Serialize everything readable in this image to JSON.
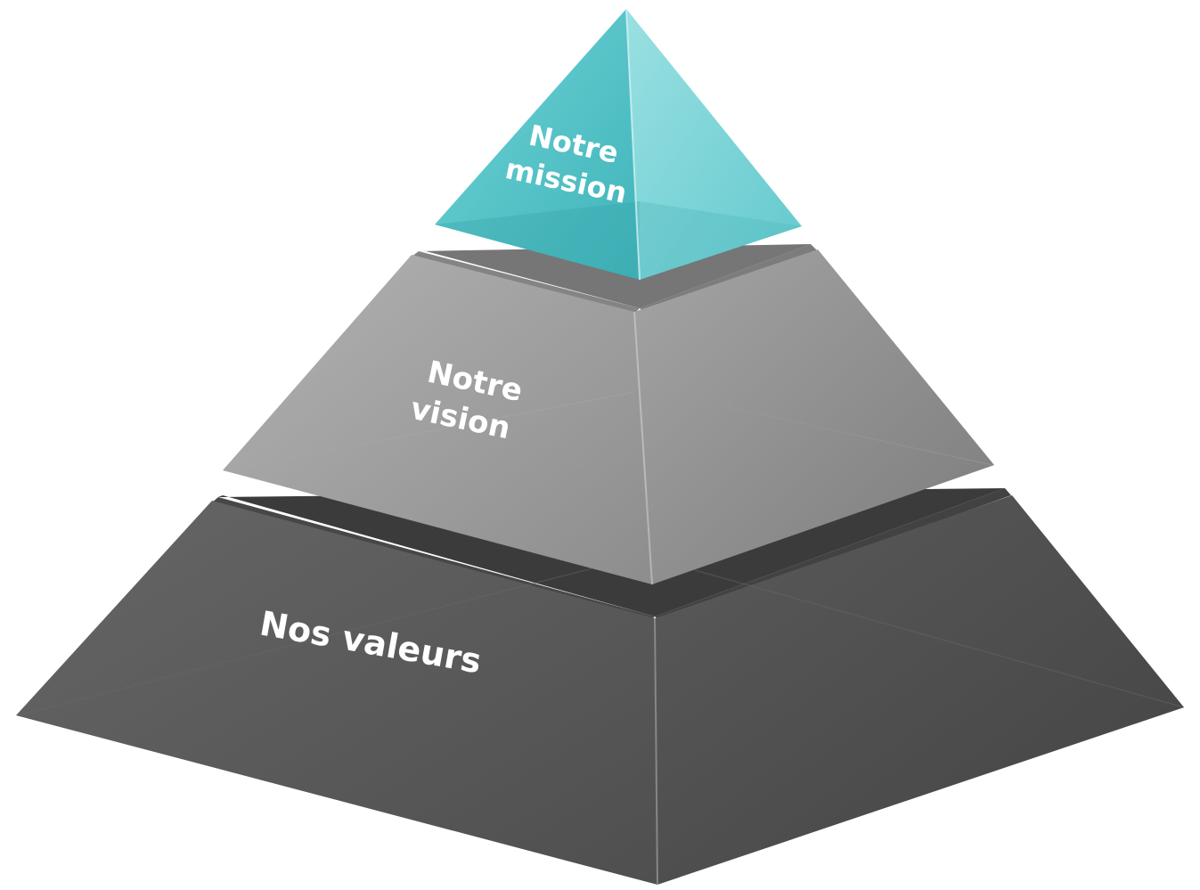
{
  "tiers": [
    {
      "id": "top",
      "lines": [
        "Notre",
        "mission"
      ],
      "colors": {
        "left": "#53c3c8",
        "right": "#7fd6d9",
        "bottom": "#3aa8ae"
      }
    },
    {
      "id": "middle",
      "lines": [
        "Notre",
        "vision"
      ],
      "colors": {
        "left": "#9e9e9e",
        "right": "#8c8c8c",
        "top": "#7a7a7a",
        "bottom": "#8a8a8a"
      }
    },
    {
      "id": "bottom",
      "lines": [
        "Nos valeurs"
      ],
      "colors": {
        "left": "#5e5e5e",
        "right": "#4d4d4d",
        "top": "#3e3e3e",
        "bottom": "#575757"
      }
    }
  ]
}
